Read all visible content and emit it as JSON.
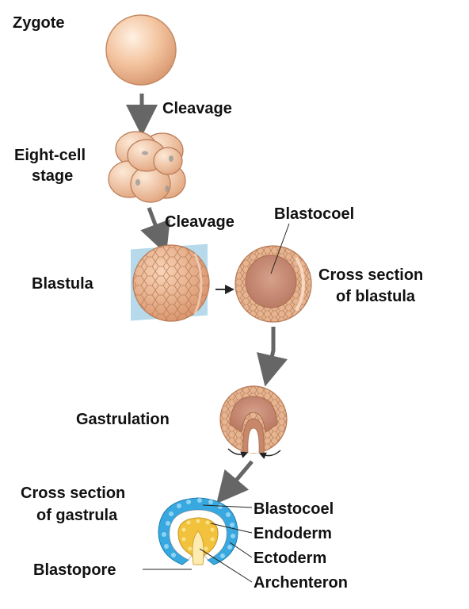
{
  "labels": {
    "zygote": "Zygote",
    "cleavage_1": "Cleavage",
    "eight_cell_line1": "Eight-cell",
    "eight_cell_line2": "stage",
    "cleavage_2": "Cleavage",
    "blastocoel_top": "Blastocoel",
    "blastula": "Blastula",
    "cross_section_blastula_line1": "Cross section",
    "cross_section_blastula_line2": "of blastula",
    "gastrulation": "Gastrulation",
    "cross_section_gastrula_line1": "Cross section",
    "cross_section_gastrula_line2": "of gastrula",
    "blastocoel_bottom": "Blastocoel",
    "endoderm": "Endoderm",
    "ectoderm": "Ectoderm",
    "archenteron": "Archenteron",
    "blastopore": "Blastopore"
  },
  "colors": {
    "cell_fill": "#f3c49f",
    "cell_light": "#fde6d2",
    "cell_dark": "#d99a73",
    "cell_outline": "#b97a55",
    "blastocoel_inner": "#c98b72",
    "plane": "#a9d3e8",
    "arrow": "#666666",
    "ectoderm": "#38a9e0",
    "ectoderm_light": "#8fd3f4",
    "endoderm": "#f2c23c",
    "endoderm_light": "#f8e28a"
  }
}
